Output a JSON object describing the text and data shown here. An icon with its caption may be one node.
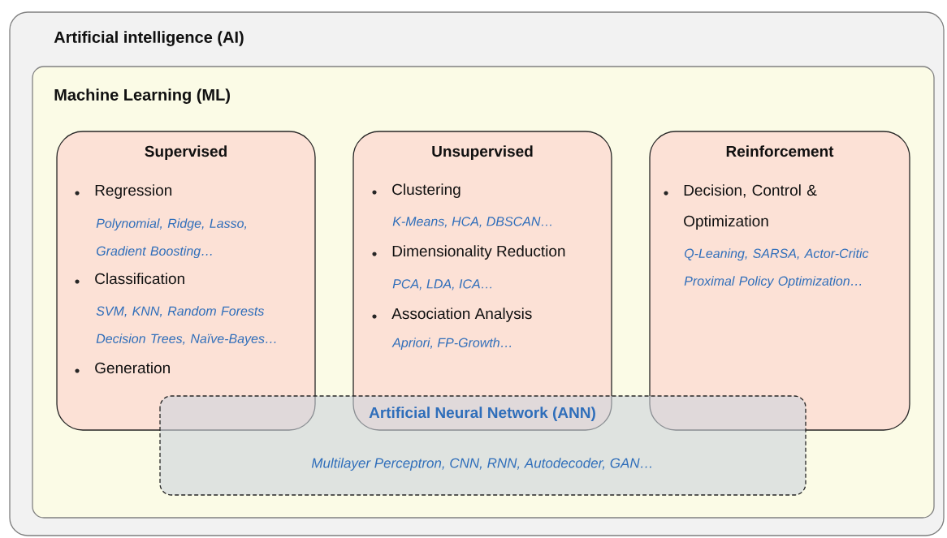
{
  "diagram": {
    "nodes": [
      {
        "text": [
          "Artificial intelligence (AI)"
        ]
      },
      {
        "text": [
          "Machine Learning (ML)"
        ],
        "in": 0
      },
      {
        "text": [
          "Supervised",
          "Regression",
          "Polynomial, Ridge, Lasso, Gradient Boosting…",
          "Classification",
          "SVM, KNN, Random Forests Decision Trees, Naïve-Bayes…",
          "Generation"
        ],
        "in": 1
      },
      {
        "text": [
          "Unsupervised",
          "Clustering",
          "K-Means, HCA, DBSCAN…",
          "Dimensionality Reduction",
          "PCA, LDA, ICA…",
          "Association Analysis",
          "Apriori, FP-Growth…"
        ],
        "in": 1
      },
      {
        "text": [
          "Reinforcement",
          "Decision, Control & Optimization",
          "Q-Leaning, SARSA, Actor-Critic Proximal Policy Optimization…"
        ],
        "in": 1
      },
      {
        "text": [
          "Artificial Neural Network (ANN)",
          "Multilayer Perceptron, CNN, RNN, Autodecoder, GAN…"
        ],
        "in": 1
      }
    ]
  }
}
